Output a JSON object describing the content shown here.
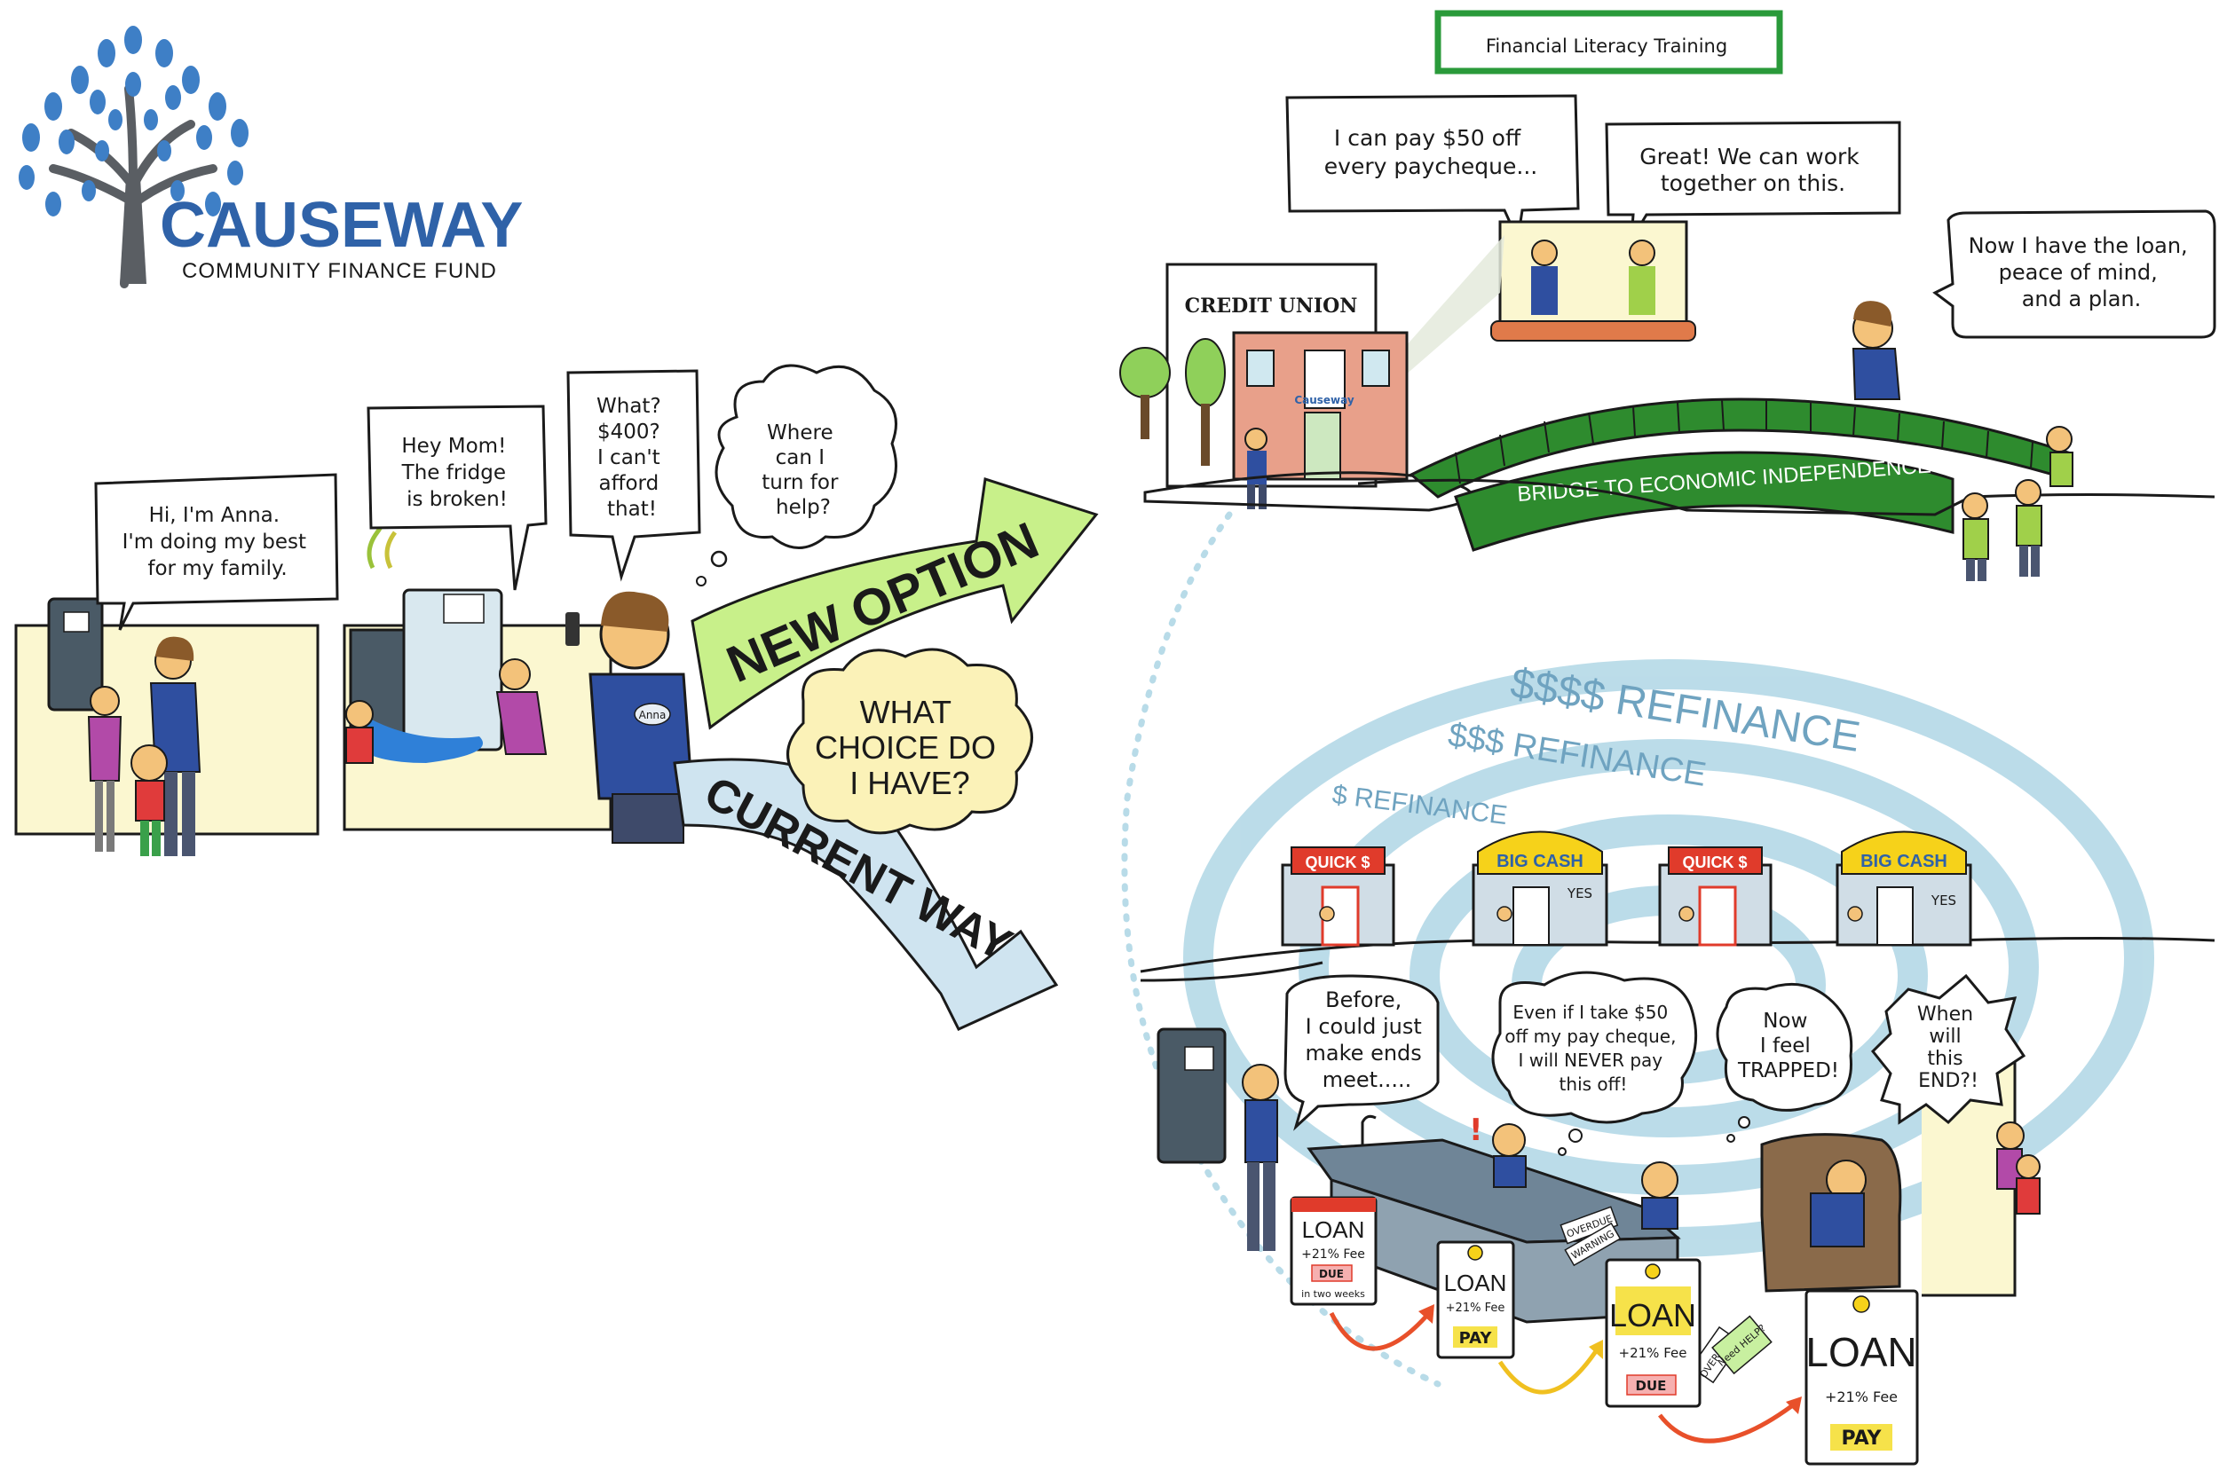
{
  "logo": {
    "name": "CAUSEWAY",
    "tagline": "COMMUNITY FINANCE FUND",
    "colors": {
      "blue": "#2f62a8",
      "tree_trunk": "#5a5e63",
      "leaf": "#3e7fc6"
    }
  },
  "panel_left": {
    "intro_bubble": [
      "Hi, I'm Anna.",
      "I'm doing my best",
      "for my family."
    ],
    "kids_bubble": [
      "Hey Mom!",
      "The fridge",
      "is broken!"
    ],
    "anna_bubble": [
      "What?",
      "$400?",
      "I can't",
      "afford",
      "that!"
    ],
    "thought_bubble": [
      "Where",
      "can I",
      "turn for",
      "help?"
    ],
    "name_badge": "Anna"
  },
  "arrows": {
    "new_option": "NEW OPTION",
    "current_way": "CURRENT WAY",
    "choice_cloud": [
      "WHAT",
      "CHOICE DO",
      "I HAVE?"
    ],
    "colors": {
      "new_option_fill": "#c8f08a",
      "current_way_fill": "#cfe4f0"
    }
  },
  "panel_top_right": {
    "training_sign": "Financial Literacy Training",
    "anna_bubble": [
      "I can pay $50 off",
      "every paycheque..."
    ],
    "advisor_bubble": [
      "Great! We can work",
      "together on this."
    ],
    "bridge_bubble": [
      "Now I have the loan,",
      "peace of mind,",
      "and a plan."
    ],
    "credit_union_sign": "CREDIT UNION",
    "building_logo": "Causeway",
    "bridge_label": "BRIDGE TO ECONOMIC INDEPENDENCE",
    "colors": {
      "bridge_green": "#2e8b2e",
      "sign_border": "#2a9a3a",
      "building": "#e8a08a"
    }
  },
  "panel_bottom_right": {
    "spiral_labels": [
      "$$$$ REFINANCE",
      "$$$ REFINANCE",
      "$ REFINANCE"
    ],
    "stores": [
      "QUICK $",
      "BIG CASH",
      "QUICK $",
      "BIG CASH"
    ],
    "store_window_text": "YES",
    "bubbles": {
      "before": [
        "Before,",
        "I could just",
        "make ends",
        "meet....."
      ],
      "never": [
        "Even if I take $50",
        "off my pay cheque,",
        "I will NEVER pay",
        "this off!"
      ],
      "trapped": [
        "Now",
        "I feel",
        "TRAPPED!"
      ],
      "end": [
        "When",
        "will",
        "this",
        "END?!"
      ]
    },
    "loan_tags": [
      {
        "title": "LOAN",
        "fee": "+21% Fee",
        "stamp": "DUE",
        "note": "in two weeks"
      },
      {
        "title": "LOAN",
        "fee": "+21% Fee",
        "stamp": "PAY",
        "note": ""
      },
      {
        "title": "LOAN",
        "fee": "+21% Fee",
        "stamp": "DUE",
        "note": ""
      },
      {
        "title": "LOAN",
        "fee": "+21% Fee",
        "stamp": "PAY",
        "note": ""
      }
    ],
    "papers": [
      "OVERDUE",
      "WARNING",
      "OVER DUE",
      "Need HELP?"
    ],
    "colors": {
      "spiral": "#b8dbe8",
      "counter": "#8fa2b0",
      "arrow_red": "#e8502a",
      "arrow_yellow": "#f0c020"
    }
  }
}
